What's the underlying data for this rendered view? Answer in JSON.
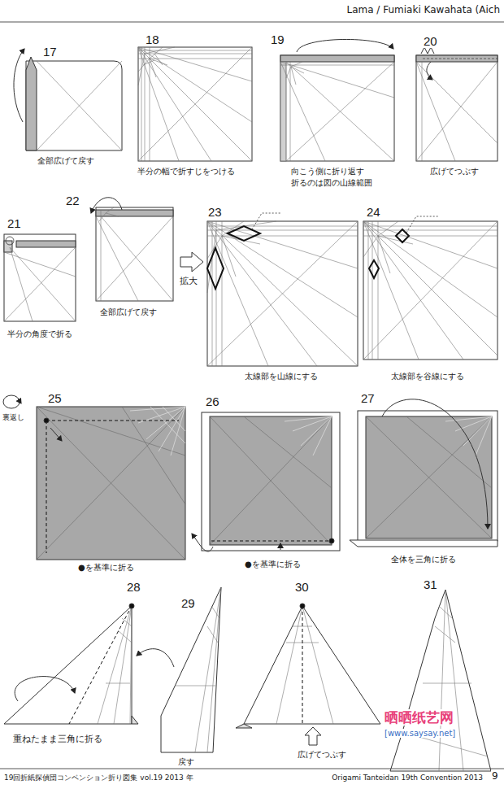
{
  "diagram": {
    "labels": [
      "Lama / Fumiaki Kawahata (Aich",
      "17",
      "18",
      "19",
      "20",
      "全部広げて戻す",
      "半分の幅で折すじをつける",
      "向こう側に折り返す",
      "折るのは図の山線範囲",
      "広げてつぶす",
      "21",
      "22",
      "23",
      "24",
      "拡大",
      "半分の角度で折る",
      "全部広げて戻す",
      "太線部を山線にする",
      "太線部を谷線にする",
      "裏返し",
      "25",
      "26",
      "27",
      "●を基準に折る",
      "●を基準に折る",
      "全体を三角に折る",
      "28",
      "29",
      "30",
      "31",
      "重ねたまま三角に折る",
      "戻す",
      "広げてつぶす",
      "晒晒纸艺网",
      "[www.saysay.net]",
      "19回折紙探偵団コンベンション折り図集 vol.19 2013 年",
      "Origami Tanteidan 19th Convention 2013",
      "9"
    ]
  }
}
